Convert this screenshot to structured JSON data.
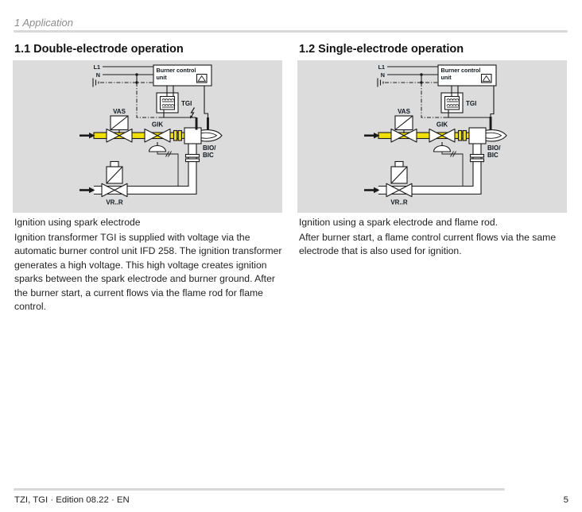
{
  "theme": {
    "panel_bg": "#dcdcdc",
    "pipe_yellow": "#f0e005",
    "line": "#1a1a1a",
    "muted": "#8c8c8c",
    "divider": "#d9d9d9",
    "text": "#1f1f1f"
  },
  "page": {
    "section_header": "1 Application",
    "footer_left": "TZI, TGI · Edition 08.22 · EN",
    "footer_page": "5"
  },
  "columns": {
    "left": {
      "heading": "1.1 Double-electrode operation",
      "caption": "Ignition using spark electrode",
      "paragraph": "Ignition transformer TGI is supplied with voltage via the automatic burner control unit IFD 258. The ignition transformer generates a high voltage. This high voltage creates ignition sparks between the spark electrode and burner ground. After the burner start, a current flows via the flame rod for flame control."
    },
    "right": {
      "heading": "1.2 Single-electrode operation",
      "caption": "Ignition using a spark electrode and flame rod.",
      "paragraph": "After burner start, a flame control current flows via the same electrode that is also used for ignition."
    }
  },
  "diagram": {
    "labels": {
      "l1": "L1",
      "n": "N",
      "bcu_line1": "Burner control",
      "bcu_line2": "unit",
      "tgi": "TGI",
      "vas": "VAS",
      "gik": "GIK",
      "vr": "VR..R",
      "bio": "BIO/",
      "bic": "BIC"
    }
  }
}
